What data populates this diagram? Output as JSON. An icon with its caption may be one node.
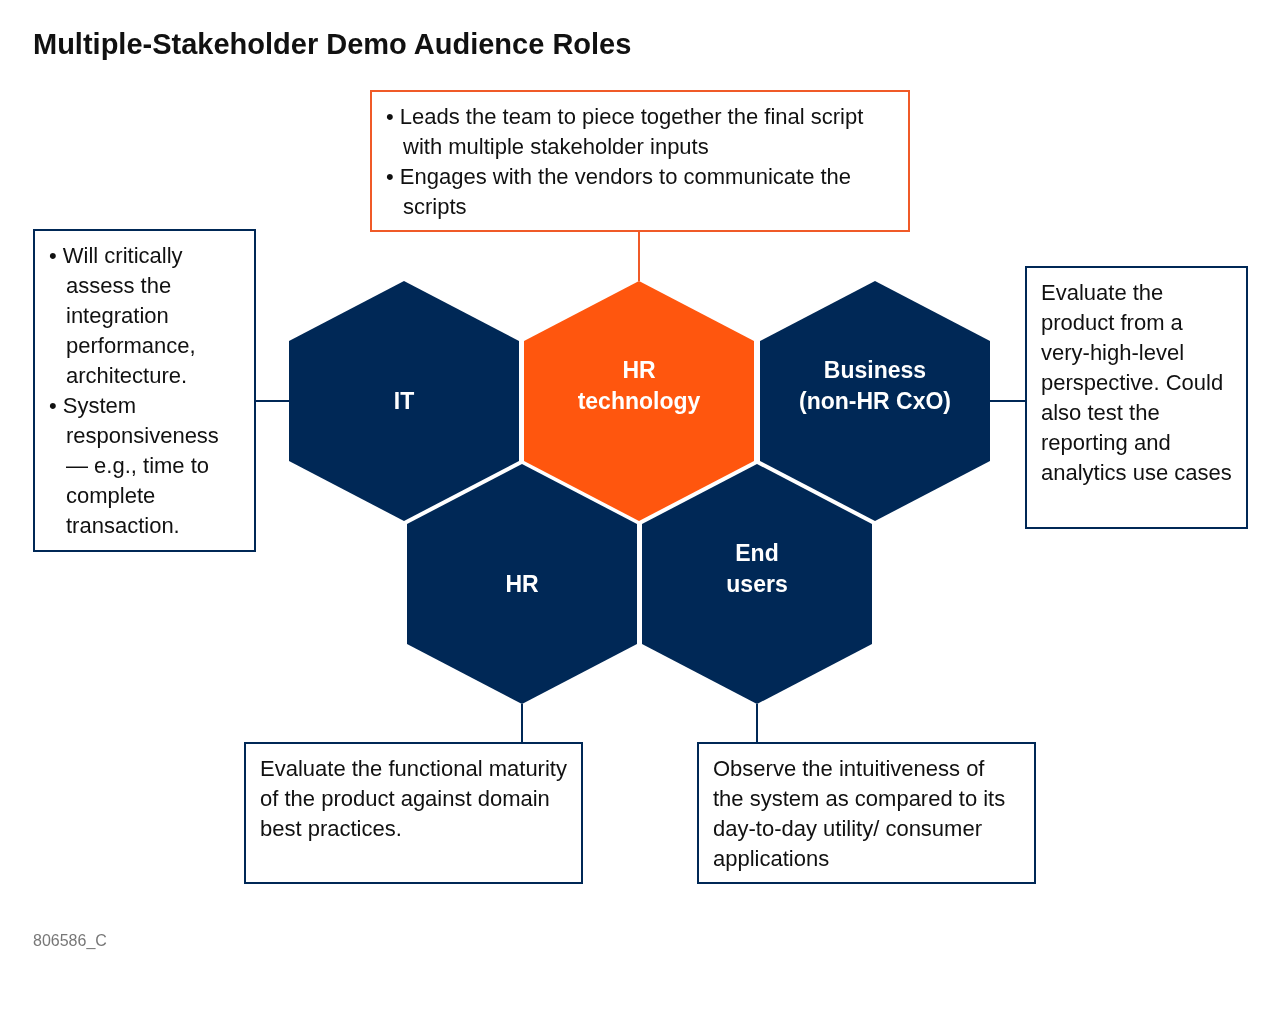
{
  "diagram": {
    "title": "Multiple-Stakeholder Demo Audience Roles",
    "nodes": [
      {
        "text": [
          "• Leads the team to piece together the final script with multiple stakeholder inputs",
          "• Engages with the vendors to communicate the scripts"
        ]
      },
      {
        "text": [
          "• Will critically assess the integration performance, architecture.",
          "• System responsiveness — e.g., time to complete transaction."
        ]
      },
      {
        "text": [
          "IT"
        ]
      },
      {
        "text": [
          "HR technology"
        ]
      },
      {
        "text": [
          "Business (non-HR CxO)"
        ]
      },
      {
        "text": [
          "Evaluate the product from a very-high-level perspective. Could also test the reporting and analytics use cases"
        ]
      },
      {
        "text": [
          "HR"
        ]
      },
      {
        "text": [
          "End users"
        ]
      },
      {
        "text": [
          "Evaluate the functional maturity of the product against domain best practices."
        ]
      },
      {
        "text": [
          "Observe the intuitiveness of the system as compared to its day-to-day utility/ consumer applications"
        ]
      }
    ],
    "edges": [
      {
        "from": 3,
        "to": 0,
        "arrow": "none",
        "color": "#f05a28"
      },
      {
        "from": 2,
        "to": 1,
        "arrow": "none"
      },
      {
        "from": 4,
        "to": 5,
        "arrow": "none"
      },
      {
        "from": 6,
        "to": 8,
        "arrow": "none"
      },
      {
        "from": 7,
        "to": 9,
        "arrow": "none"
      }
    ],
    "labels": [
      "806586_C"
    ]
  }
}
